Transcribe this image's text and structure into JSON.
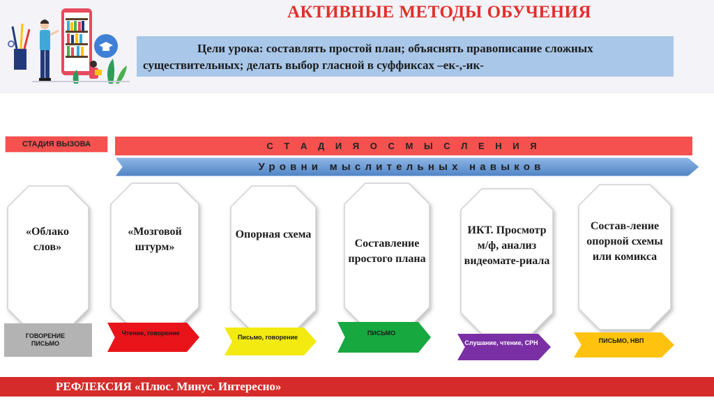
{
  "header": {
    "title": "АКТИВНЫЕ МЕТОДЫ ОБУЧЕНИЯ",
    "goals_label": "Цели урока:",
    "goals_text": " составлять простой план;  объяснять правописание сложных существительных; делать выбор гласной в суффиксах –ек-,-ик-"
  },
  "stages": {
    "call": "СТАДИЯ ВЫЗОВА",
    "comprehension": "С Т А Д И Я   О С М Ы С Л Е Н И Я",
    "levels": "Уровни   мыслительных   навыков"
  },
  "methods": [
    {
      "text": "«Облако слов»",
      "skill": "ГОВОРЕНИЕ ПИСЬМО"
    },
    {
      "text": "«Мозговой штурм»",
      "skill": "Чтение, говорение"
    },
    {
      "text": "Опорная схема",
      "skill": "Письмо, говорение"
    },
    {
      "text": "Составление простого плана",
      "skill": "ПИСЬМО"
    },
    {
      "text": "ИКТ. Просмотр м/ф, анализ видеомате-риала",
      "skill": "Слушание, чтение, СРН"
    },
    {
      "text": "Состав-ление опорной схемы или комикса",
      "skill": "ПИСЬМО, НВП"
    }
  ],
  "reflection": "РЕФЛЕКСИЯ «Плюс. Минус. Интересно»",
  "colors": {
    "title_red": "#e0302a",
    "stage_red": "#f5514f",
    "levels_blue": "#5b8fcf",
    "goals_blue": "#a9c7e8",
    "reflection_red": "#d62b2b",
    "skill_colors": [
      "#b3b3b3",
      "#e8141a",
      "#f2ea10",
      "#17a83f",
      "#7a2fa5",
      "#ffc20e"
    ]
  },
  "icons": [
    "teacher-illustration",
    "bookshelf-phone-illustration",
    "graduation-cap-icon",
    "reading-student-illustration"
  ]
}
